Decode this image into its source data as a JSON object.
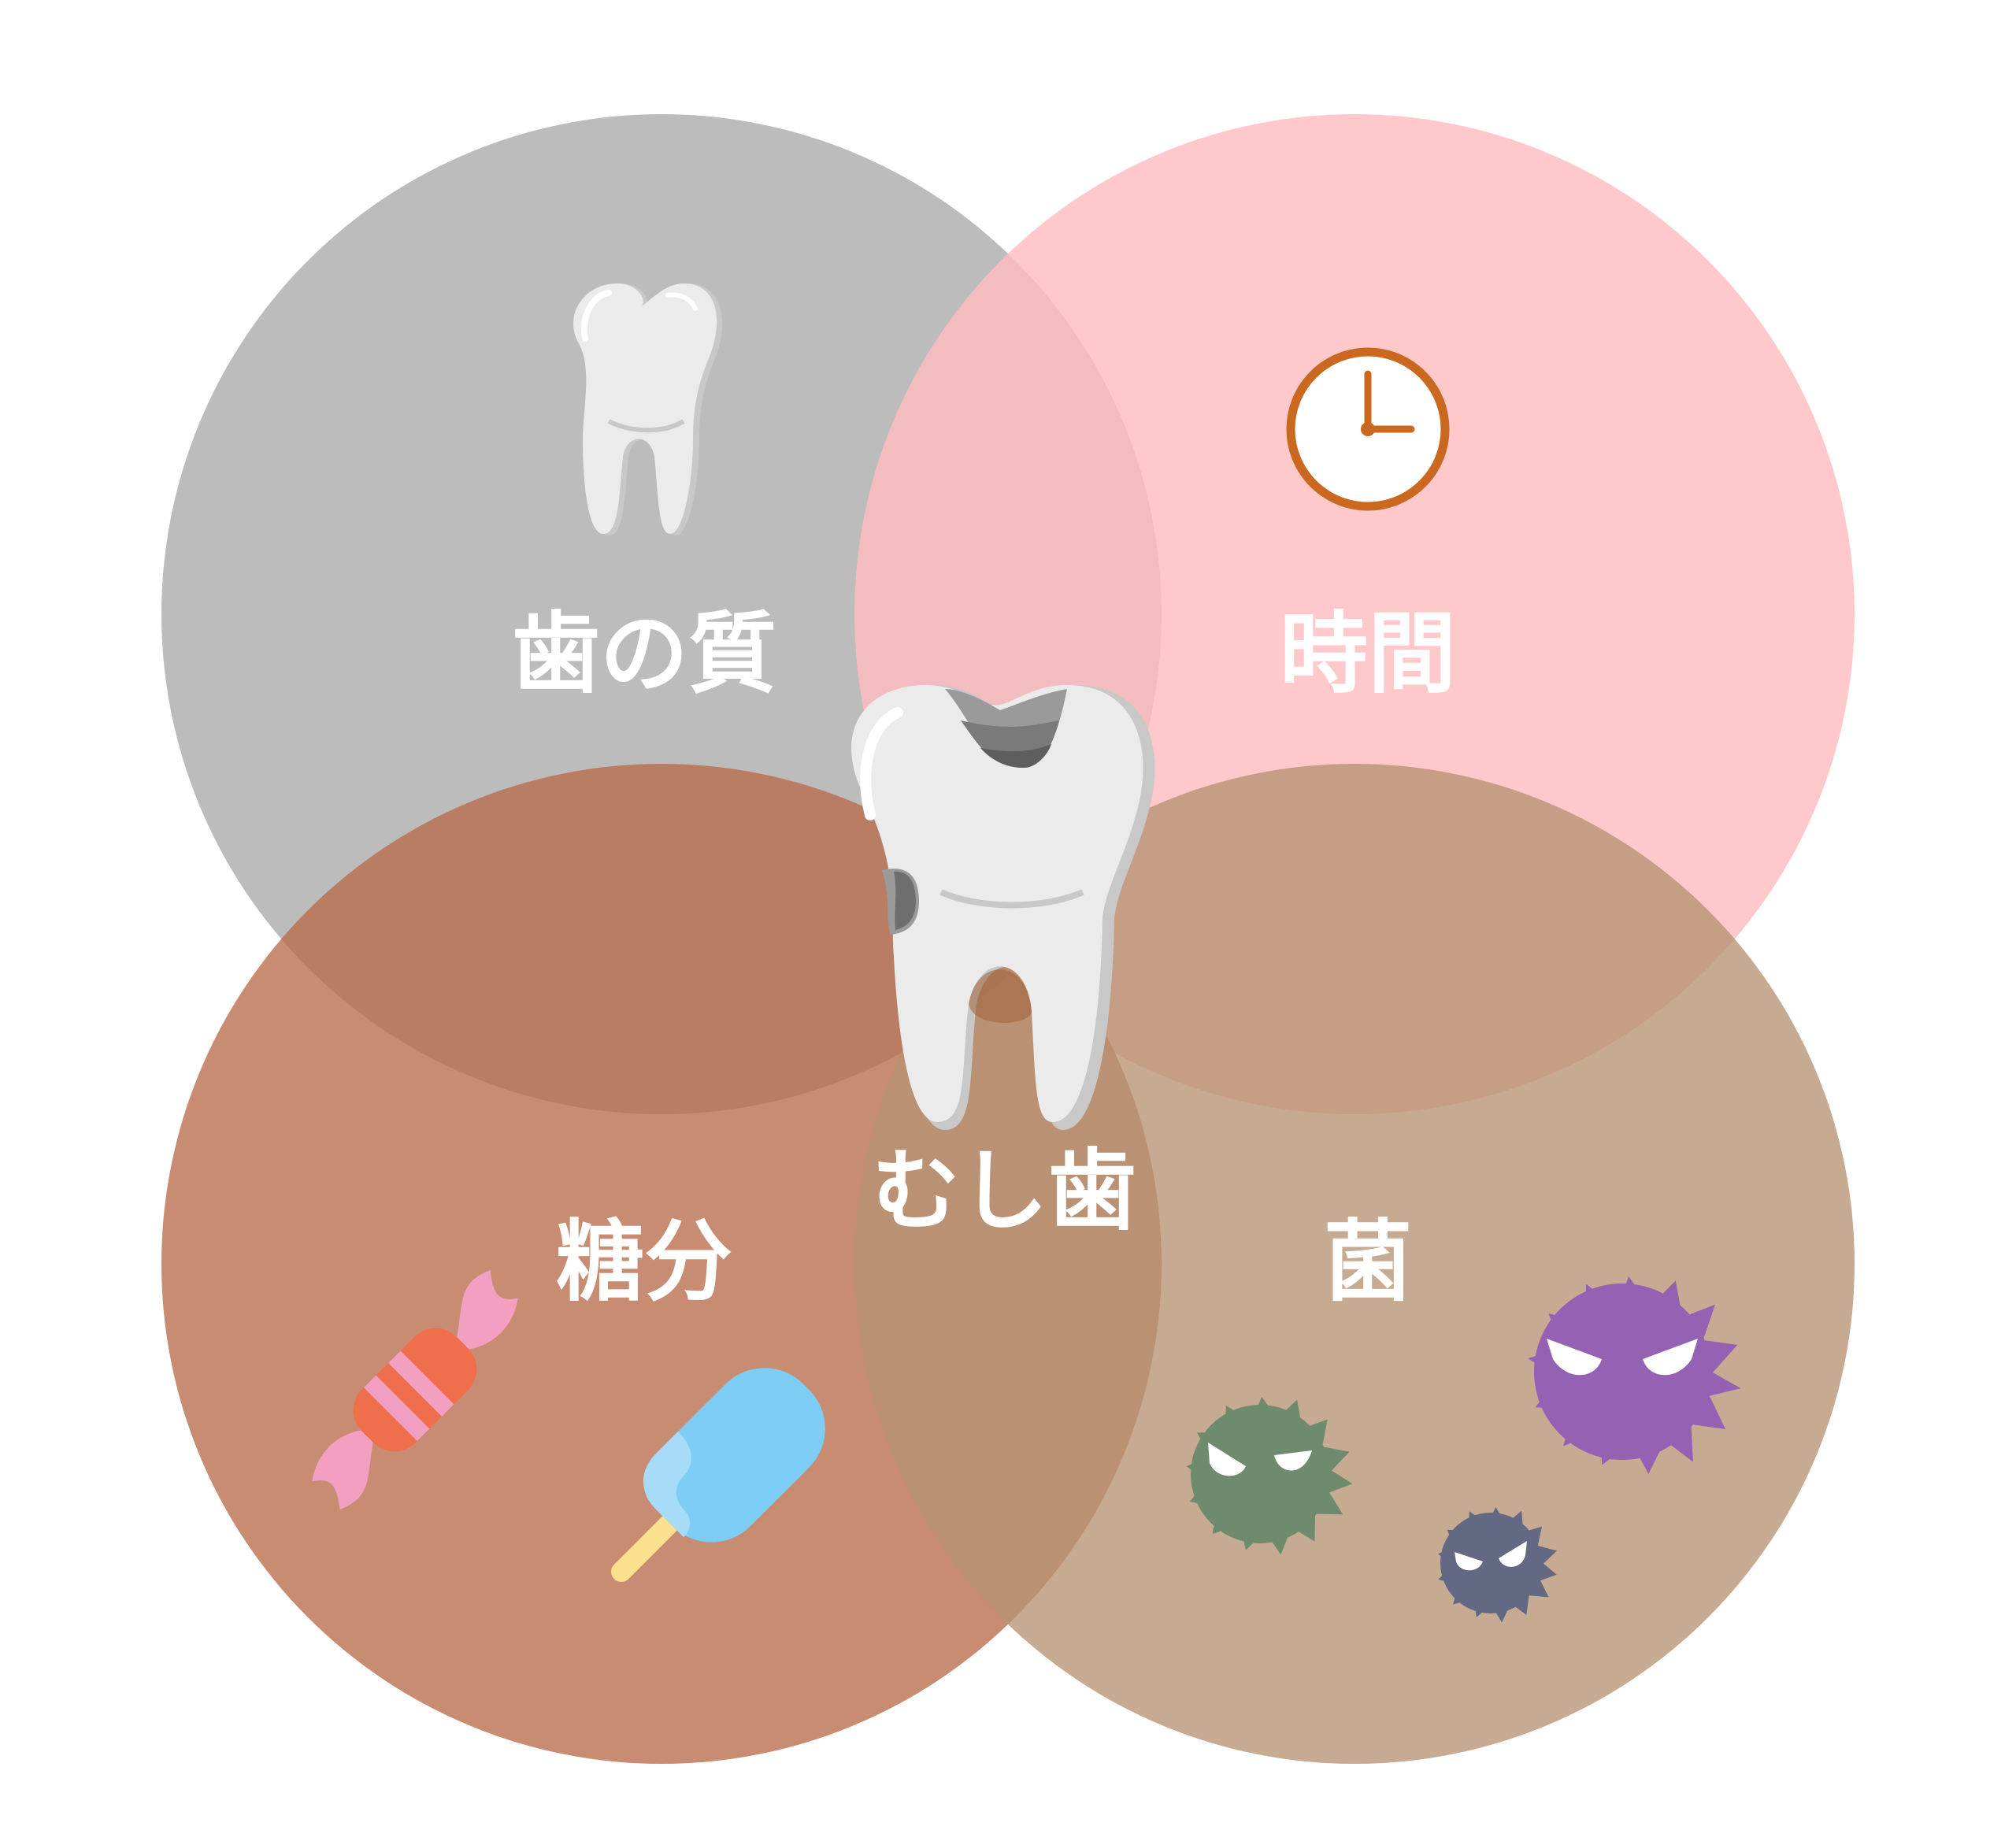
{
  "diagram": {
    "circles": [
      {
        "id": "quality",
        "label": "歯の質",
        "color": "#a6a6a6"
      },
      {
        "id": "time",
        "label": "時間",
        "color": "#ffbcbf"
      },
      {
        "id": "sugar",
        "label": "糖分",
        "color": "#b86c4a"
      },
      {
        "id": "bacteria",
        "label": "菌",
        "color": "#b69272"
      }
    ],
    "center_label": "むし歯",
    "icons": [
      "tooth-icon",
      "clock-icon",
      "candy-icon",
      "popsicle-icon",
      "germ-icon",
      "decayed-tooth-icon"
    ],
    "colors": {
      "clock_ring": "#c9681e",
      "germ_purple": "#9461b3",
      "germ_green": "#6f8b6e",
      "germ_navy": "#636983",
      "candy_orange": "#ef6f4c",
      "candy_pink": "#f29fc1",
      "popsicle_blue": "#7ecdf4",
      "popsicle_stick": "#fbe08e",
      "tooth_white": "#ebebeb",
      "tooth_shade": "#c8c8c8"
    }
  }
}
